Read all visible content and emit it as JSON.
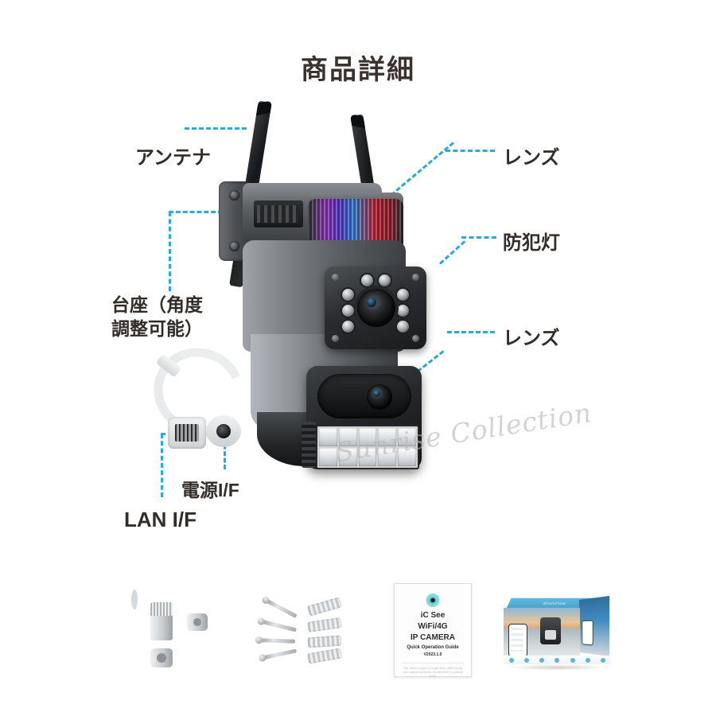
{
  "page": {
    "title": "商品詳細",
    "watermark": "Sunrise Collection",
    "accent_color": "#2aa9e0",
    "text_color": "#332d2a",
    "background": "#ffffff"
  },
  "callouts": [
    {
      "id": "antenna",
      "label": "アンテナ"
    },
    {
      "id": "lens_top",
      "label": "レンズ"
    },
    {
      "id": "security_light",
      "label": "防犯灯"
    },
    {
      "id": "lens_bottom",
      "label": "レンズ"
    },
    {
      "id": "base_line1",
      "label": "台座（角度"
    },
    {
      "id": "base_line2",
      "label": "調整可能）"
    },
    {
      "id": "power_if",
      "label": "電源I/F"
    },
    {
      "id": "lan_if",
      "label": "LAN I/F"
    }
  ],
  "accessories": {
    "manual": {
      "brand": "iC See",
      "line2": "WiFi/4G",
      "line3": "IP CAMERA",
      "subtitle": "Quick Operation Guide",
      "version": "V2023.1.0",
      "footnote": "The below is just a rough idea, differences with actual products, please refer to actual ones.",
      "logo_color": "#45c3c0"
    },
    "box": {
      "top_text": "Sunrise"
    }
  }
}
